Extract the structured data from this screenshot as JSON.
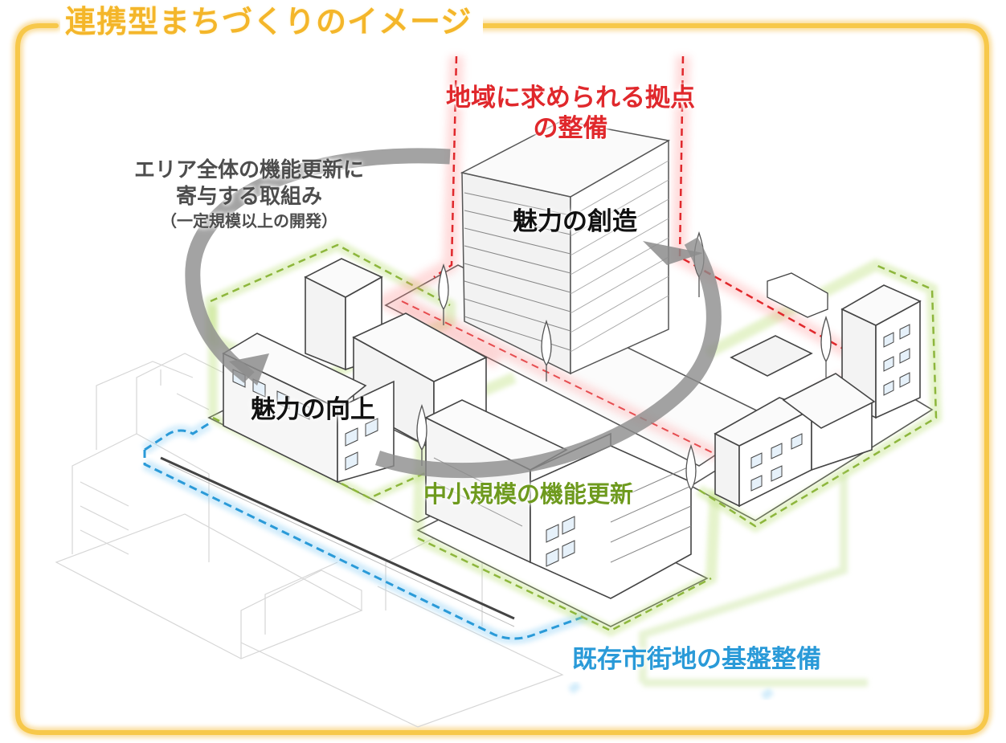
{
  "title": "連携型まちづくりのイメージ",
  "labels": {
    "hub": "地域に求められる拠点の整備",
    "area_line1": "エリア全体の機能更新に",
    "area_line2": "寄与する取組み",
    "area_note": "（一定規模以上の開発）",
    "creation": "魅力の創造",
    "improvement": "魅力の向上",
    "small_scale": "中小規模の機能更新",
    "infrastructure": "既存市街地の基盤整備"
  },
  "colors": {
    "frame": "#F4B62A",
    "hub_red": "#E0282C",
    "cycle_gray": "#8c8c8c",
    "small_green": "#8DB63C",
    "infra_blue": "#2A9AD8"
  }
}
